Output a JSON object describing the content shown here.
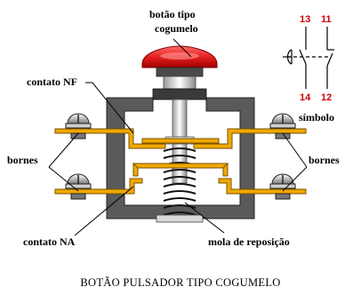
{
  "labels": {
    "button_line1": "botão tipo",
    "button_line2": "cogumelo",
    "contact_nf": "contato NF",
    "contact_na": "contato NA",
    "terminals_left": "bornes",
    "terminals_right": "bornes",
    "return_spring": "mola de reposição",
    "symbol": "símbolo"
  },
  "symbol_terminals": {
    "top_left": "13",
    "top_right": "11",
    "bottom_left": "14",
    "bottom_right": "12"
  },
  "caption": "BOTÃO PULSADOR TIPO COGUMELO",
  "colors": {
    "button_cap": "#e62020",
    "contact_strip": "#f0a800",
    "housing": "#555555",
    "terminal_number": "#cc0000"
  }
}
